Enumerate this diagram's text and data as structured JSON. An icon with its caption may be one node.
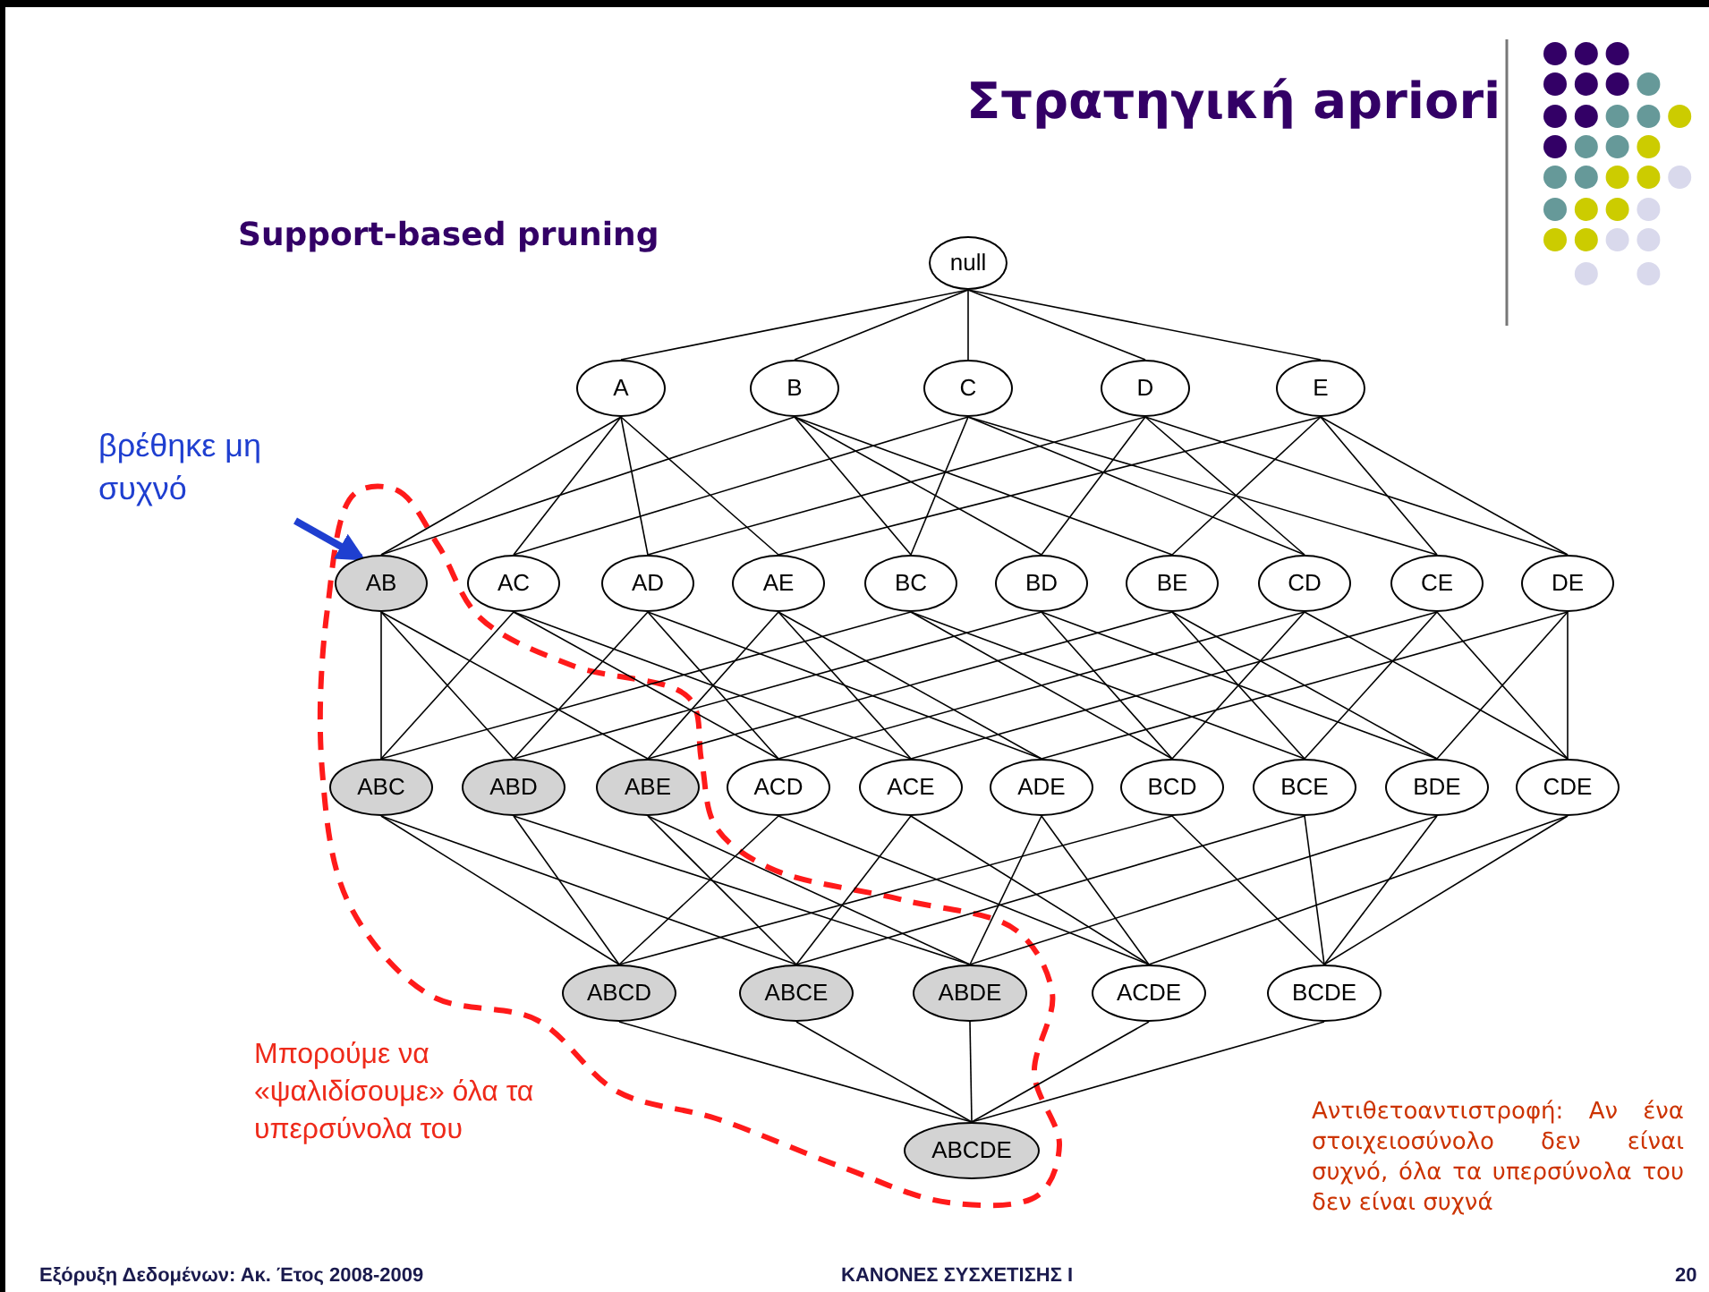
{
  "diagram": {
    "title": "Στρατηγική apriori",
    "nodes": [
      {
        "text": [
          "null"
        ]
      },
      {
        "text": [
          "A"
        ]
      },
      {
        "text": [
          "B"
        ]
      },
      {
        "text": [
          "C"
        ]
      },
      {
        "text": [
          "D"
        ]
      },
      {
        "text": [
          "E"
        ]
      },
      {
        "text": [
          "AB"
        ]
      },
      {
        "text": [
          "AC"
        ]
      },
      {
        "text": [
          "AD"
        ]
      },
      {
        "text": [
          "AE"
        ]
      },
      {
        "text": [
          "BC"
        ]
      },
      {
        "text": [
          "BD"
        ]
      },
      {
        "text": [
          "BE"
        ]
      },
      {
        "text": [
          "CD"
        ]
      },
      {
        "text": [
          "CE"
        ]
      },
      {
        "text": [
          "DE"
        ]
      },
      {
        "text": [
          "ABC"
        ]
      },
      {
        "text": [
          "ABD"
        ]
      },
      {
        "text": [
          "ABE"
        ]
      },
      {
        "text": [
          "ACD"
        ]
      },
      {
        "text": [
          "ACE"
        ]
      },
      {
        "text": [
          "ADE"
        ]
      },
      {
        "text": [
          "BCD"
        ]
      },
      {
        "text": [
          "BCE"
        ]
      },
      {
        "text": [
          "BDE"
        ]
      },
      {
        "text": [
          "CDE"
        ]
      },
      {
        "text": [
          "ABCD"
        ]
      },
      {
        "text": [
          "ABCE"
        ]
      },
      {
        "text": [
          "ABDE"
        ]
      },
      {
        "text": [
          "ACDE"
        ]
      },
      {
        "text": [
          "BCDE"
        ]
      },
      {
        "text": [
          "ABCDE"
        ]
      },
      {
        "text": [
          "βρέθηκε μη συχνό"
        ]
      }
    ],
    "edges": [
      {
        "from": 0,
        "to": 1,
        "arrow": "none"
      },
      {
        "from": 0,
        "to": 2,
        "arrow": "none"
      },
      {
        "from": 0,
        "to": 3,
        "arrow": "none"
      },
      {
        "from": 0,
        "to": 4,
        "arrow": "none"
      },
      {
        "from": 0,
        "to": 5,
        "arrow": "none"
      },
      {
        "from": 1,
        "to": 6,
        "arrow": "none"
      },
      {
        "from": 1,
        "to": 7,
        "arrow": "none"
      },
      {
        "from": 1,
        "to": 8,
        "arrow": "none"
      },
      {
        "from": 1,
        "to": 9,
        "arrow": "none"
      },
      {
        "from": 2,
        "to": 6,
        "arrow": "none"
      },
      {
        "from": 2,
        "to": 10,
        "arrow": "none"
      },
      {
        "from": 2,
        "to": 11,
        "arrow": "none"
      },
      {
        "from": 2,
        "to": 12,
        "arrow": "none"
      },
      {
        "from": 3,
        "to": 7,
        "arrow": "none"
      },
      {
        "from": 3,
        "to": 10,
        "arrow": "none"
      },
      {
        "from": 3,
        "to": 13,
        "arrow": "none"
      },
      {
        "from": 3,
        "to": 14,
        "arrow": "none"
      },
      {
        "from": 4,
        "to": 8,
        "arrow": "none"
      },
      {
        "from": 4,
        "to": 11,
        "arrow": "none"
      },
      {
        "from": 4,
        "to": 13,
        "arrow": "none"
      },
      {
        "from": 4,
        "to": 15,
        "arrow": "none"
      },
      {
        "from": 5,
        "to": 9,
        "arrow": "none"
      },
      {
        "from": 5,
        "to": 12,
        "arrow": "none"
      },
      {
        "from": 5,
        "to": 14,
        "arrow": "none"
      },
      {
        "from": 5,
        "to": 15,
        "arrow": "none"
      },
      {
        "from": 6,
        "to": 16,
        "arrow": "none"
      },
      {
        "from": 6,
        "to": 17,
        "arrow": "none"
      },
      {
        "from": 6,
        "to": 18,
        "arrow": "none"
      },
      {
        "from": 7,
        "to": 16,
        "arrow": "none"
      },
      {
        "from": 7,
        "to": 19,
        "arrow": "none"
      },
      {
        "from": 7,
        "to": 20,
        "arrow": "none"
      },
      {
        "from": 8,
        "to": 17,
        "arrow": "none"
      },
      {
        "from": 8,
        "to": 19,
        "arrow": "none"
      },
      {
        "from": 8,
        "to": 21,
        "arrow": "none"
      },
      {
        "from": 9,
        "to": 18,
        "arrow": "none"
      },
      {
        "from": 9,
        "to": 20,
        "arrow": "none"
      },
      {
        "from": 9,
        "to": 21,
        "arrow": "none"
      },
      {
        "from": 10,
        "to": 16,
        "arrow": "none"
      },
      {
        "from": 10,
        "to": 22,
        "arrow": "none"
      },
      {
        "from": 10,
        "to": 23,
        "arrow": "none"
      },
      {
        "from": 11,
        "to": 17,
        "arrow": "none"
      },
      {
        "from": 11,
        "to": 22,
        "arrow": "none"
      },
      {
        "from": 11,
        "to": 24,
        "arrow": "none"
      },
      {
        "from": 12,
        "to": 18,
        "arrow": "none"
      },
      {
        "from": 12,
        "to": 23,
        "arrow": "none"
      },
      {
        "from": 12,
        "to": 24,
        "arrow": "none"
      },
      {
        "from": 13,
        "to": 19,
        "arrow": "none"
      },
      {
        "from": 13,
        "to": 22,
        "arrow": "none"
      },
      {
        "from": 13,
        "to": 25,
        "arrow": "none"
      },
      {
        "from": 14,
        "to": 20,
        "arrow": "none"
      },
      {
        "from": 14,
        "to": 23,
        "arrow": "none"
      },
      {
        "from": 14,
        "to": 25,
        "arrow": "none"
      },
      {
        "from": 15,
        "to": 21,
        "arrow": "none"
      },
      {
        "from": 15,
        "to": 24,
        "arrow": "none"
      },
      {
        "from": 15,
        "to": 25,
        "arrow": "none"
      },
      {
        "from": 16,
        "to": 26,
        "arrow": "none"
      },
      {
        "from": 16,
        "to": 27,
        "arrow": "none"
      },
      {
        "from": 17,
        "to": 26,
        "arrow": "none"
      },
      {
        "from": 17,
        "to": 28,
        "arrow": "none"
      },
      {
        "from": 18,
        "to": 27,
        "arrow": "none"
      },
      {
        "from": 18,
        "to": 28,
        "arrow": "none"
      },
      {
        "from": 19,
        "to": 26,
        "arrow": "none"
      },
      {
        "from": 19,
        "to": 29,
        "arrow": "none"
      },
      {
        "from": 20,
        "to": 27,
        "arrow": "none"
      },
      {
        "from": 20,
        "to": 29,
        "arrow": "none"
      },
      {
        "from": 21,
        "to": 28,
        "arrow": "none"
      },
      {
        "from": 21,
        "to": 29,
        "arrow": "none"
      },
      {
        "from": 22,
        "to": 26,
        "arrow": "none"
      },
      {
        "from": 22,
        "to": 30,
        "arrow": "none"
      },
      {
        "from": 23,
        "to": 27,
        "arrow": "none"
      },
      {
        "from": 23,
        "to": 30,
        "arrow": "none"
      },
      {
        "from": 24,
        "to": 28,
        "arrow": "none"
      },
      {
        "from": 24,
        "to": 30,
        "arrow": "none"
      },
      {
        "from": 25,
        "to": 29,
        "arrow": "none"
      },
      {
        "from": 25,
        "to": 30,
        "arrow": "none"
      },
      {
        "from": 26,
        "to": 31,
        "arrow": "none"
      },
      {
        "from": 27,
        "to": 31,
        "arrow": "none"
      },
      {
        "from": 28,
        "to": 31,
        "arrow": "none"
      },
      {
        "from": 29,
        "to": 31,
        "arrow": "none"
      },
      {
        "from": 30,
        "to": 31,
        "arrow": "none"
      },
      {
        "from": 32,
        "to": 6,
        "arrow": "to",
        "style": "thick",
        "color": "#1f3fd0"
      }
    ],
    "labels": [
      "Support-based pruning",
      "Μπορούμε να «ψαλιδίσουμε» όλα τα υπερσύνολα του",
      "Αντιθετοαντιστροφή: Αν ένα στοιχειοσύνολο δεν είναι συχνό, όλα τα υπερσύνολα του δεν είναι συχνά",
      "Εξόρυξη Δεδομένων: Ακ. Έτος 2008-2009",
      "ΚΑΝΟΝΕΣ ΣΥΣΧΕΤΙΣΗΣ Ι",
      "20"
    ]
  }
}
